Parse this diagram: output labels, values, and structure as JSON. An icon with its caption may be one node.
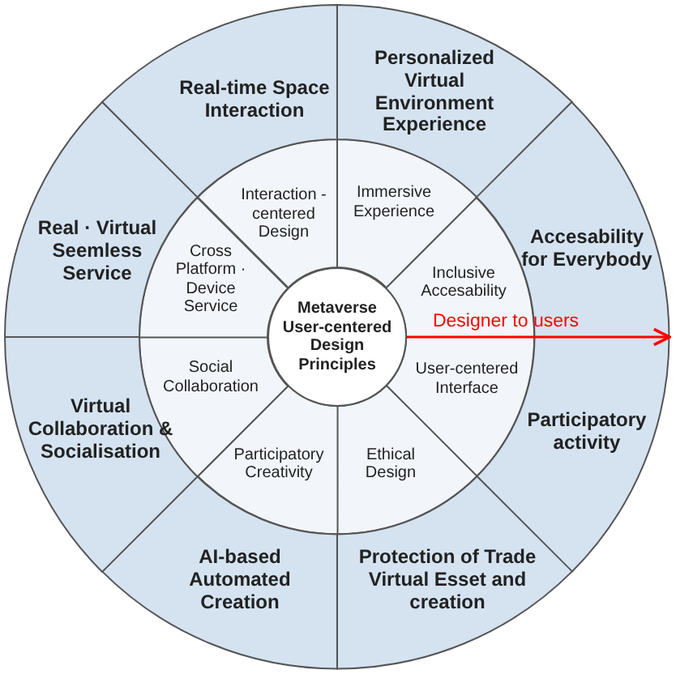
{
  "diagram": {
    "nodes": [
      {
        "text": [
          "Metaverse User-centered Design Principles"
        ]
      },
      {
        "text": [
          "Interaction -centered Design"
        ]
      },
      {
        "text": [
          "Immersive Experience"
        ]
      },
      {
        "text": [
          "Inclusive Accesability"
        ]
      },
      {
        "text": [
          "User-centered Interface"
        ]
      },
      {
        "text": [
          "Ethical Design"
        ]
      },
      {
        "text": [
          "Participatory Creativity"
        ]
      },
      {
        "text": [
          "Social Collaboration"
        ]
      },
      {
        "text": [
          "Cross Platform · Device Service"
        ]
      },
      {
        "text": [
          "Real-time Space Interaction"
        ]
      },
      {
        "text": [
          "Personalized Virtual Environment Experience"
        ]
      },
      {
        "text": [
          "Accesability for Everybody"
        ]
      },
      {
        "text": [
          "Participatory activity"
        ]
      },
      {
        "text": [
          "Protection of Trade Virtual Esset and creation"
        ]
      },
      {
        "text": [
          "AI-based Automated Creation"
        ]
      },
      {
        "text": [
          "Virtual Collaboration & Socialisation"
        ]
      },
      {
        "text": [
          "Real · Virtual Seemless Service"
        ]
      }
    ],
    "edges": [
      {
        "from": 0,
        "to": 12,
        "arrow": "to",
        "label": "Designer to users",
        "color": "#ff0000"
      }
    ]
  }
}
